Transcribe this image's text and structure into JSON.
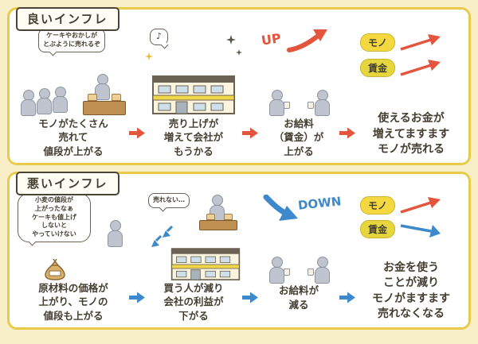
{
  "good": {
    "title": "良いインフレ",
    "bubble1": "ケーキやおかしが\nとぶように売れるぞ",
    "note": "♪",
    "up_label": "UP",
    "caption1": "モノがたくさん\n売れて\n値段が上がる",
    "caption2": "売り上げが\n増えて会社が\nもうかる",
    "caption3": "お給料\n（賃金）が\n上がる",
    "caption4": "使えるお金が\n増えてますます\nモノが売れる",
    "badge_mono": "モノ",
    "badge_chingin": "賃金"
  },
  "bad": {
    "title": "悪いインフレ",
    "bubble1": "小麦の値段が\n上がったなぁ\nケーキも値上げ\nしないと\nやっていけない",
    "bubble2": "売れない…",
    "down_label": "DOWN",
    "caption1": "原材料の価格が\n上がり、モノの\n値段も上がる",
    "caption2": "買う人が減り\n会社の利益が\n下がる",
    "caption3": "お給料が\n減る",
    "caption4": "お金を使う\nことが減り\nモノがますます\n売れなくなる",
    "badge_mono": "モノ",
    "badge_chingin": "賃金"
  },
  "colors": {
    "accent_red": "#e4553d",
    "accent_blue": "#3d89cc",
    "pill_yellow": "#f4d83f",
    "panel_border": "#e8cb4a",
    "background": "#f8efc9"
  }
}
